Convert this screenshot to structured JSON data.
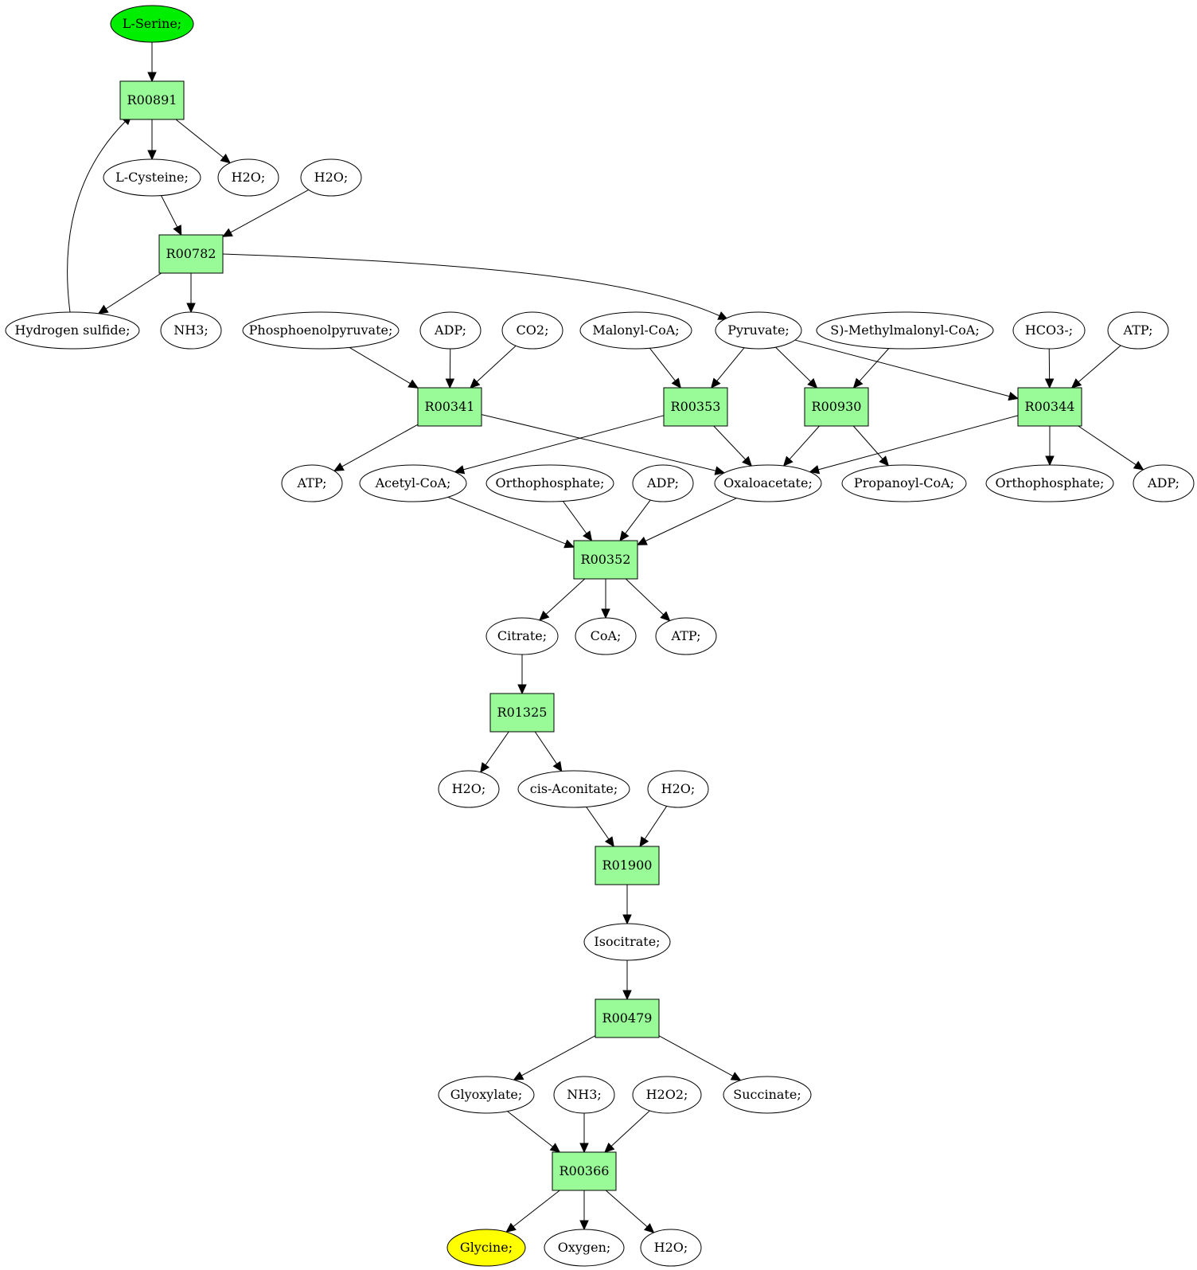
{
  "colors": {
    "reaction_fill": "#98fb98",
    "compound_fill": "#ffffff",
    "source_fill": "#00ee00",
    "target_fill": "#ffff00",
    "stroke": "#000000"
  },
  "nodes": {
    "serine": {
      "label": "L-Serine;",
      "kind": "compound",
      "role": "source"
    },
    "r00891": {
      "label": "R00891",
      "kind": "reaction"
    },
    "cysteine": {
      "label": "L-Cysteine;",
      "kind": "compound"
    },
    "h2o_1": {
      "label": "H2O;",
      "kind": "compound"
    },
    "h2o_2": {
      "label": "H2O;",
      "kind": "compound"
    },
    "r00782": {
      "label": "R00782",
      "kind": "reaction"
    },
    "h2s": {
      "label": "Hydrogen sulfide;",
      "kind": "compound"
    },
    "nh3_1": {
      "label": "NH3;",
      "kind": "compound"
    },
    "pep": {
      "label": "Phosphoenolpyruvate;",
      "kind": "compound"
    },
    "adp_1": {
      "label": "ADP;",
      "kind": "compound"
    },
    "co2": {
      "label": "CO2;",
      "kind": "compound"
    },
    "malonyl": {
      "label": "Malonyl-CoA;",
      "kind": "compound"
    },
    "pyruvate": {
      "label": "Pyruvate;",
      "kind": "compound"
    },
    "methylmalonyl": {
      "label": "S)-Methylmalonyl-CoA;",
      "kind": "compound"
    },
    "hco3": {
      "label": "HCO3-;",
      "kind": "compound"
    },
    "atp_1": {
      "label": "ATP;",
      "kind": "compound"
    },
    "r00341": {
      "label": "R00341",
      "kind": "reaction"
    },
    "r00353": {
      "label": "R00353",
      "kind": "reaction"
    },
    "r00930": {
      "label": "R00930",
      "kind": "reaction"
    },
    "r00344": {
      "label": "R00344",
      "kind": "reaction"
    },
    "atp_2": {
      "label": "ATP;",
      "kind": "compound"
    },
    "acetylcoa": {
      "label": "Acetyl-CoA;",
      "kind": "compound"
    },
    "ortho_1": {
      "label": "Orthophosphate;",
      "kind": "compound"
    },
    "adp_2": {
      "label": "ADP;",
      "kind": "compound"
    },
    "oxaloacetate": {
      "label": "Oxaloacetate;",
      "kind": "compound"
    },
    "propanoyl": {
      "label": "Propanoyl-CoA;",
      "kind": "compound"
    },
    "ortho_2": {
      "label": "Orthophosphate;",
      "kind": "compound"
    },
    "adp_3": {
      "label": "ADP;",
      "kind": "compound"
    },
    "r00352": {
      "label": "R00352",
      "kind": "reaction"
    },
    "citrate": {
      "label": "Citrate;",
      "kind": "compound"
    },
    "coa": {
      "label": "CoA;",
      "kind": "compound"
    },
    "atp_3": {
      "label": "ATP;",
      "kind": "compound"
    },
    "r01325": {
      "label": "R01325",
      "kind": "reaction"
    },
    "h2o_3": {
      "label": "H2O;",
      "kind": "compound"
    },
    "cisaconitate": {
      "label": "cis-Aconitate;",
      "kind": "compound"
    },
    "h2o_4": {
      "label": "H2O;",
      "kind": "compound"
    },
    "r01900": {
      "label": "R01900",
      "kind": "reaction"
    },
    "isocitrate": {
      "label": "Isocitrate;",
      "kind": "compound"
    },
    "r00479": {
      "label": "R00479",
      "kind": "reaction"
    },
    "glyoxylate": {
      "label": "Glyoxylate;",
      "kind": "compound"
    },
    "nh3_2": {
      "label": "NH3;",
      "kind": "compound"
    },
    "h2o2": {
      "label": "H2O2;",
      "kind": "compound"
    },
    "succinate": {
      "label": "Succinate;",
      "kind": "compound"
    },
    "r00366": {
      "label": "R00366",
      "kind": "reaction"
    },
    "glycine": {
      "label": "Glycine;",
      "kind": "compound",
      "role": "target"
    },
    "oxygen": {
      "label": "Oxygen;",
      "kind": "compound"
    },
    "h2o_5": {
      "label": "H2O;",
      "kind": "compound"
    }
  },
  "edges": [
    [
      "serine",
      "r00891"
    ],
    [
      "r00891",
      "cysteine"
    ],
    [
      "r00891",
      "h2o_1"
    ],
    [
      "h2s",
      "r00891"
    ],
    [
      "cysteine",
      "r00782"
    ],
    [
      "h2o_2",
      "r00782"
    ],
    [
      "r00782",
      "h2s"
    ],
    [
      "r00782",
      "nh3_1"
    ],
    [
      "r00782",
      "pyruvate"
    ],
    [
      "pep",
      "r00341"
    ],
    [
      "adp_1",
      "r00341"
    ],
    [
      "co2",
      "r00341"
    ],
    [
      "r00341",
      "atp_2"
    ],
    [
      "r00341",
      "oxaloacetate"
    ],
    [
      "malonyl",
      "r00353"
    ],
    [
      "pyruvate",
      "r00353"
    ],
    [
      "r00353",
      "acetylcoa"
    ],
    [
      "r00353",
      "oxaloacetate"
    ],
    [
      "pyruvate",
      "r00930"
    ],
    [
      "methylmalonyl",
      "r00930"
    ],
    [
      "r00930",
      "oxaloacetate"
    ],
    [
      "r00930",
      "propanoyl"
    ],
    [
      "pyruvate",
      "r00344"
    ],
    [
      "hco3",
      "r00344"
    ],
    [
      "atp_1",
      "r00344"
    ],
    [
      "r00344",
      "oxaloacetate"
    ],
    [
      "r00344",
      "ortho_2"
    ],
    [
      "r00344",
      "adp_3"
    ],
    [
      "acetylcoa",
      "r00352"
    ],
    [
      "ortho_1",
      "r00352"
    ],
    [
      "adp_2",
      "r00352"
    ],
    [
      "oxaloacetate",
      "r00352"
    ],
    [
      "r00352",
      "citrate"
    ],
    [
      "r00352",
      "coa"
    ],
    [
      "r00352",
      "atp_3"
    ],
    [
      "citrate",
      "r01325"
    ],
    [
      "r01325",
      "h2o_3"
    ],
    [
      "r01325",
      "cisaconitate"
    ],
    [
      "cisaconitate",
      "r01900"
    ],
    [
      "h2o_4",
      "r01900"
    ],
    [
      "r01900",
      "isocitrate"
    ],
    [
      "isocitrate",
      "r00479"
    ],
    [
      "r00479",
      "glyoxylate"
    ],
    [
      "r00479",
      "succinate"
    ],
    [
      "glyoxylate",
      "r00366"
    ],
    [
      "nh3_2",
      "r00366"
    ],
    [
      "h2o2",
      "r00366"
    ],
    [
      "r00366",
      "glycine"
    ],
    [
      "r00366",
      "oxygen"
    ],
    [
      "r00366",
      "h2o_5"
    ]
  ]
}
